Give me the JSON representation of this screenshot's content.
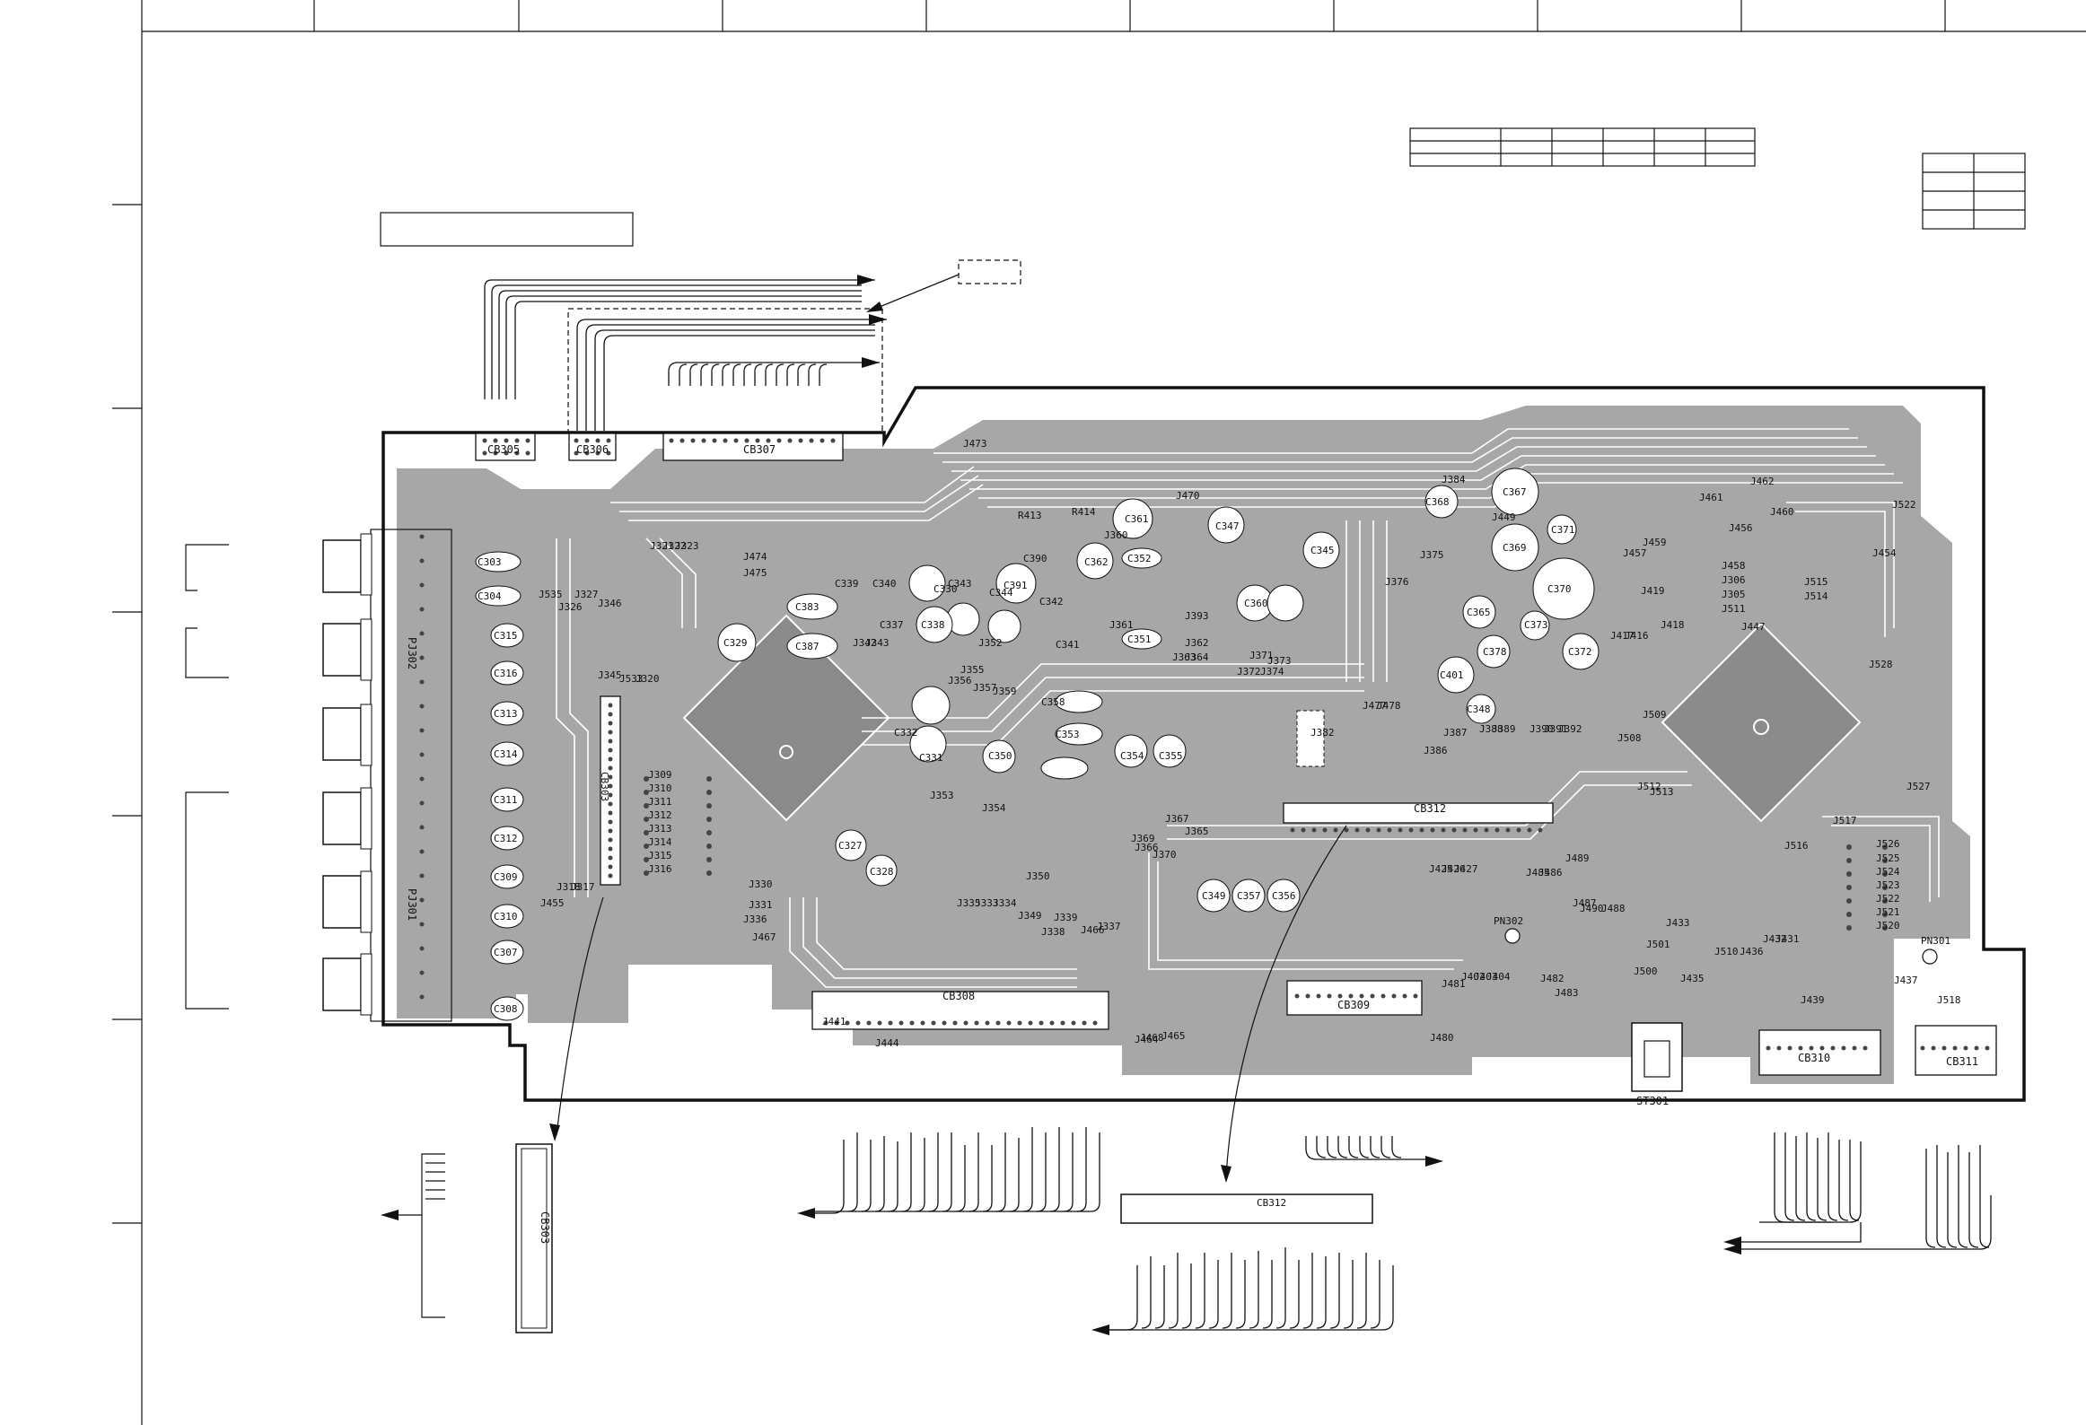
{
  "connectors": {
    "cb305": "CB305",
    "cb306": "CB306",
    "cb307": "CB307",
    "cb308": "CB308",
    "cb309": "CB309",
    "cb310": "CB310",
    "cb311": "CB311",
    "cb312": "CB312",
    "cb312_detail": "CB312",
    "cb303": "CB303",
    "st301": "ST301",
    "pj301": "PJ301",
    "pj302": "PJ302",
    "pn301": "PN301",
    "pn302": "PN302"
  },
  "left_capacitors": [
    "C303",
    "C304",
    "C315",
    "C316",
    "C313",
    "C314",
    "C311",
    "C312",
    "C309",
    "C310",
    "C307",
    "C308"
  ],
  "capacitors": [
    {
      "id": "c1",
      "label": "C329"
    },
    {
      "id": "c2",
      "label": "C330"
    },
    {
      "id": "c3",
      "label": "C383"
    },
    {
      "id": "c4",
      "label": "C387"
    },
    {
      "id": "c5",
      "label": "C339"
    },
    {
      "id": "c6",
      "label": "C340"
    },
    {
      "id": "c7",
      "label": "C338"
    },
    {
      "id": "c8",
      "label": "C337"
    },
    {
      "id": "c9",
      "label": "C343"
    },
    {
      "id": "c10",
      "label": "C344"
    },
    {
      "id": "c11",
      "label": "C390"
    },
    {
      "id": "c12",
      "label": "C391"
    },
    {
      "id": "c13",
      "label": "C361"
    },
    {
      "id": "c14",
      "label": "C362"
    },
    {
      "id": "c15",
      "label": "C352"
    },
    {
      "id": "c16",
      "label": "C342"
    },
    {
      "id": "c17",
      "label": "C341"
    },
    {
      "id": "c18",
      "label": "C351"
    },
    {
      "id": "c19",
      "label": "C358"
    },
    {
      "id": "c20",
      "label": "C353"
    },
    {
      "id": "c21",
      "label": "C332"
    },
    {
      "id": "c22",
      "label": "C331"
    },
    {
      "id": "c23",
      "label": "C350"
    },
    {
      "id": "c24",
      "label": "C354"
    },
    {
      "id": "c25",
      "label": "C355"
    },
    {
      "id": "c26",
      "label": "C327"
    },
    {
      "id": "c27",
      "label": "C328"
    },
    {
      "id": "c28",
      "label": "C349"
    },
    {
      "id": "c29",
      "label": "C357"
    },
    {
      "id": "c30",
      "label": "C356"
    },
    {
      "id": "c31",
      "label": "C367"
    },
    {
      "id": "c32",
      "label": "C368"
    },
    {
      "id": "c33",
      "label": "C369"
    },
    {
      "id": "c34",
      "label": "C371"
    },
    {
      "id": "c35",
      "label": "C370"
    },
    {
      "id": "c36",
      "label": "C378"
    },
    {
      "id": "c37",
      "label": "C372"
    },
    {
      "id": "c38",
      "label": "C401"
    },
    {
      "id": "c39",
      "label": "C373"
    },
    {
      "id": "c40",
      "label": "C365"
    },
    {
      "id": "c41",
      "label": "C348"
    },
    {
      "id": "c42",
      "label": "C347"
    },
    {
      "id": "c43",
      "label": "C345"
    },
    {
      "id": "c44",
      "label": "C360"
    }
  ],
  "jumpers": [
    {
      "id": "j1",
      "label": "J473"
    },
    {
      "id": "j2",
      "label": "J474"
    },
    {
      "id": "j3",
      "label": "J475"
    },
    {
      "id": "j4",
      "label": "J470"
    },
    {
      "id": "j5",
      "label": "J462"
    },
    {
      "id": "j6",
      "label": "J461"
    },
    {
      "id": "j7",
      "label": "J460"
    },
    {
      "id": "j8",
      "label": "J456"
    },
    {
      "id": "j9",
      "label": "J454"
    },
    {
      "id": "j10",
      "label": "J458"
    },
    {
      "id": "j11",
      "label": "J306"
    },
    {
      "id": "j12",
      "label": "J305"
    },
    {
      "id": "j13",
      "label": "J511"
    },
    {
      "id": "j14",
      "label": "J515"
    },
    {
      "id": "j15",
      "label": "J514"
    },
    {
      "id": "j16",
      "label": "J447"
    },
    {
      "id": "j17",
      "label": "J517"
    },
    {
      "id": "j18",
      "label": "J516"
    },
    {
      "id": "j19",
      "label": "J526"
    },
    {
      "id": "j20",
      "label": "J525"
    },
    {
      "id": "j21",
      "label": "J524"
    },
    {
      "id": "j22",
      "label": "J523"
    },
    {
      "id": "j23",
      "label": "J522"
    },
    {
      "id": "j24",
      "label": "J521"
    },
    {
      "id": "j25",
      "label": "J520"
    },
    {
      "id": "j26",
      "label": "J518"
    },
    {
      "id": "j27",
      "label": "J439"
    },
    {
      "id": "j28",
      "label": "J309"
    },
    {
      "id": "j29",
      "label": "J310"
    },
    {
      "id": "j30",
      "label": "J311"
    },
    {
      "id": "j31",
      "label": "J312"
    },
    {
      "id": "j32",
      "label": "J313"
    },
    {
      "id": "j33",
      "label": "J314"
    },
    {
      "id": "j34",
      "label": "J315"
    },
    {
      "id": "j35",
      "label": "J316"
    },
    {
      "id": "j36",
      "label": "J330"
    },
    {
      "id": "j37",
      "label": "J331"
    },
    {
      "id": "j38",
      "label": "J336"
    },
    {
      "id": "j39",
      "label": "J467"
    },
    {
      "id": "j40",
      "label": "J444"
    },
    {
      "id": "j41",
      "label": "J464"
    },
    {
      "id": "j42",
      "label": "J480"
    },
    {
      "id": "j43",
      "label": "J384"
    },
    {
      "id": "j44",
      "label": "J449"
    },
    {
      "id": "j45",
      "label": "J393"
    },
    {
      "id": "j46",
      "label": "J468"
    },
    {
      "id": "j47",
      "label": "J465"
    },
    {
      "id": "j48",
      "label": "J441"
    },
    {
      "id": "j49",
      "label": "R413"
    },
    {
      "id": "j50",
      "label": "R414"
    },
    {
      "id": "j51",
      "label": "J376"
    },
    {
      "id": "j52",
      "label": "J350"
    },
    {
      "id": "j53",
      "label": "J352"
    },
    {
      "id": "j54",
      "label": "J355"
    },
    {
      "id": "j55",
      "label": "J326"
    },
    {
      "id": "j56",
      "label": "J327"
    },
    {
      "id": "j57",
      "label": "J320"
    },
    {
      "id": "j58",
      "label": "J321"
    },
    {
      "id": "j59",
      "label": "J322"
    },
    {
      "id": "j60",
      "label": "J323"
    },
    {
      "id": "j61",
      "label": "J346"
    },
    {
      "id": "j62",
      "label": "J345"
    },
    {
      "id": "j63",
      "label": "J533"
    },
    {
      "id": "j64",
      "label": "J535"
    },
    {
      "id": "j65",
      "label": "J528"
    },
    {
      "id": "j66",
      "label": "J527"
    },
    {
      "id": "j67",
      "label": "J513"
    },
    {
      "id": "j68",
      "label": "J512"
    },
    {
      "id": "j69",
      "label": "J509"
    },
    {
      "id": "j70",
      "label": "J508"
    },
    {
      "id": "j71",
      "label": "J501"
    },
    {
      "id": "j72",
      "label": "J500"
    },
    {
      "id": "j73",
      "label": "J435"
    },
    {
      "id": "j74",
      "label": "J433"
    },
    {
      "id": "j75",
      "label": "J366"
    },
    {
      "id": "j76",
      "label": "J367"
    },
    {
      "id": "j77",
      "label": "J365"
    },
    {
      "id": "j78",
      "label": "J371"
    },
    {
      "id": "j79",
      "label": "J372"
    },
    {
      "id": "j80",
      "label": "J373"
    },
    {
      "id": "j81",
      "label": "J374"
    },
    {
      "id": "j82",
      "label": "J375"
    },
    {
      "id": "j83",
      "label": "J477"
    },
    {
      "id": "j84",
      "label": "J478"
    },
    {
      "id": "j85",
      "label": "J382"
    },
    {
      "id": "j86",
      "label": "J386"
    },
    {
      "id": "j87",
      "label": "J387"
    },
    {
      "id": "j88",
      "label": "J388"
    },
    {
      "id": "j89",
      "label": "J389"
    },
    {
      "id": "j90",
      "label": "J390"
    },
    {
      "id": "j91",
      "label": "J391"
    },
    {
      "id": "j92",
      "label": "J392"
    },
    {
      "id": "j93",
      "label": "J425"
    },
    {
      "id": "j94",
      "label": "J426"
    },
    {
      "id": "j95",
      "label": "J427"
    },
    {
      "id": "j96",
      "label": "J485"
    },
    {
      "id": "j97",
      "label": "J486"
    },
    {
      "id": "j98",
      "label": "J487"
    },
    {
      "id": "j99",
      "label": "J488"
    },
    {
      "id": "j100",
      "label": "J489"
    },
    {
      "id": "j101",
      "label": "J490"
    },
    {
      "id": "j102",
      "label": "J402"
    },
    {
      "id": "j103",
      "label": "J403"
    },
    {
      "id": "j104",
      "label": "J404"
    },
    {
      "id": "j105",
      "label": "J481"
    },
    {
      "id": "j106",
      "label": "J482"
    },
    {
      "id": "j107",
      "label": "J483"
    },
    {
      "id": "j108",
      "label": "J335"
    },
    {
      "id": "j109",
      "label": "J333"
    },
    {
      "id": "j110",
      "label": "J334"
    },
    {
      "id": "j111",
      "label": "J349"
    },
    {
      "id": "j112",
      "label": "J339"
    },
    {
      "id": "j113",
      "label": "J338"
    },
    {
      "id": "j114",
      "label": "J337"
    },
    {
      "id": "j115",
      "label": "J466"
    },
    {
      "id": "j116",
      "label": "J369"
    },
    {
      "id": "j117",
      "label": "J370"
    },
    {
      "id": "j118",
      "label": "J356"
    },
    {
      "id": "j119",
      "label": "J357"
    },
    {
      "id": "j120",
      "label": "J359"
    },
    {
      "id": "j121",
      "label": "J360"
    },
    {
      "id": "j122",
      "label": "J361"
    },
    {
      "id": "j123",
      "label": "J362"
    },
    {
      "id": "j124",
      "label": "J363"
    },
    {
      "id": "j125",
      "label": "J364"
    },
    {
      "id": "j126",
      "label": "J416"
    },
    {
      "id": "j127",
      "label": "J417"
    },
    {
      "id": "j128",
      "label": "J418"
    },
    {
      "id": "j129",
      "label": "J419"
    },
    {
      "id": "j130",
      "label": "J457"
    },
    {
      "id": "j131",
      "label": "J459"
    },
    {
      "id": "j132",
      "label": "J522"
    },
    {
      "id": "j133",
      "label": "J431"
    },
    {
      "id": "j134",
      "label": "J432"
    },
    {
      "id": "j135",
      "label": "J510"
    },
    {
      "id": "j136",
      "label": "J436"
    },
    {
      "id": "j137",
      "label": "J437"
    },
    {
      "id": "j138",
      "label": "J318"
    },
    {
      "id": "j139",
      "label": "J317"
    },
    {
      "id": "j140",
      "label": "J455"
    },
    {
      "id": "j141",
      "label": "J353"
    },
    {
      "id": "j142",
      "label": "J354"
    },
    {
      "id": "j143",
      "label": "J342"
    },
    {
      "id": "j144",
      "label": "J343"
    }
  ]
}
